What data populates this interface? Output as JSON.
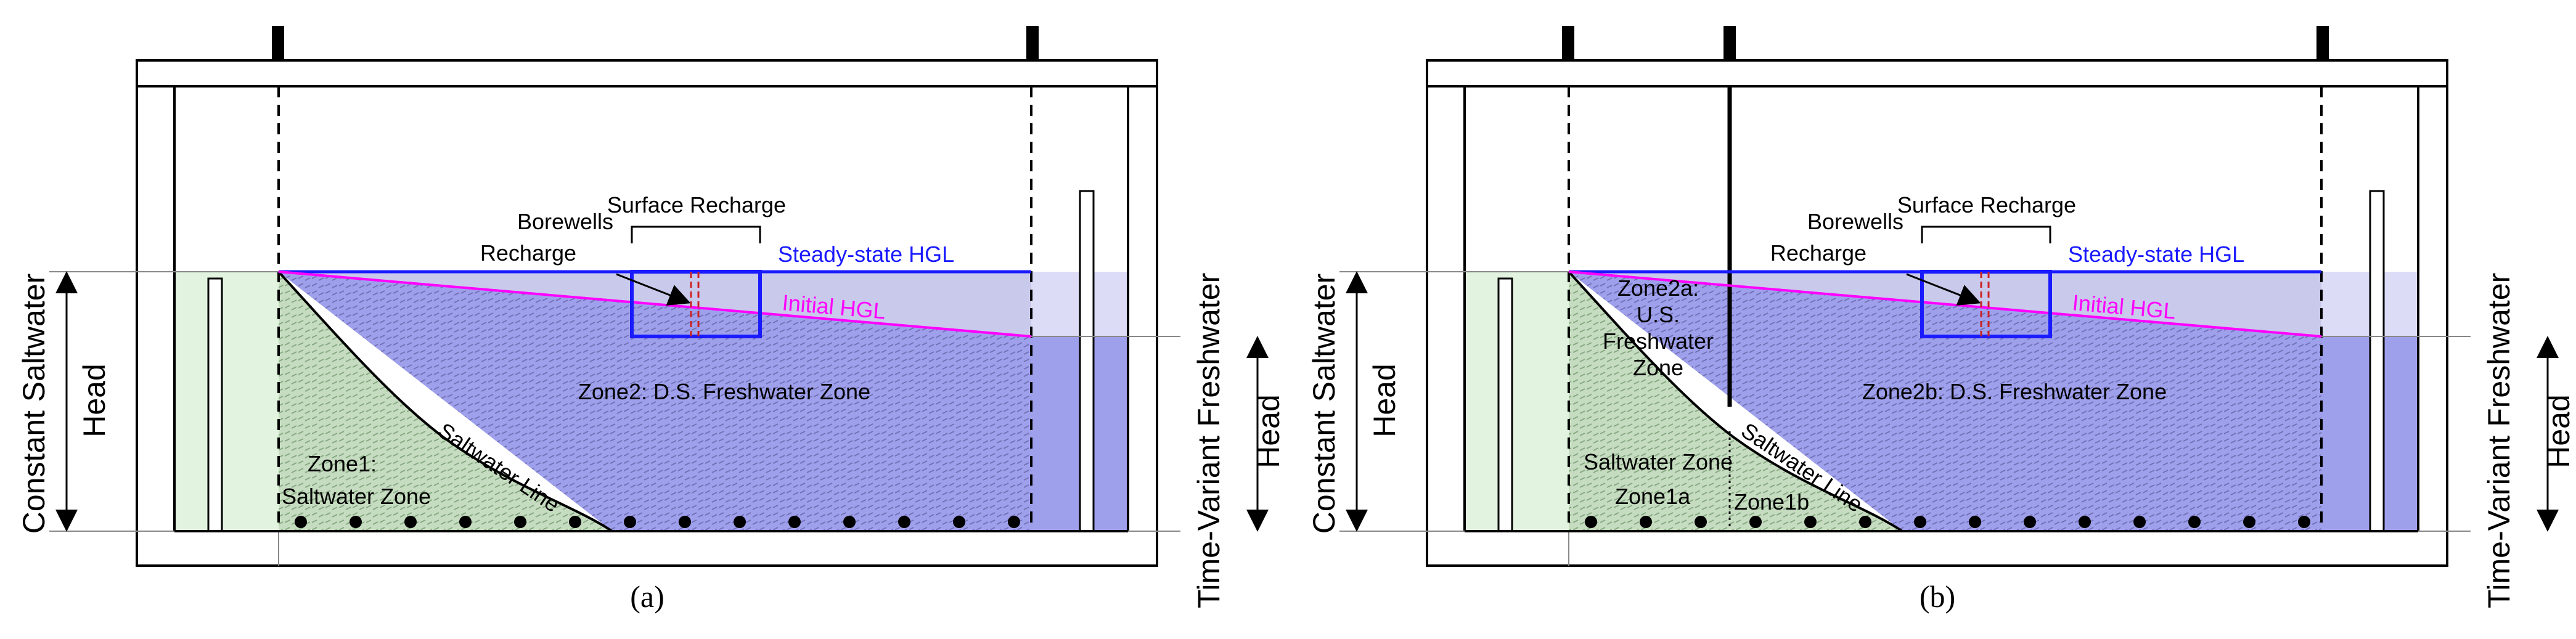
{
  "colors": {
    "saltwater_fill": "#e2f4e0",
    "freshwater_fill": "#9fa0ec",
    "freshwater_light": "#dcdcf7",
    "steady_state_hgl": "#1a1aff",
    "initial_hgl": "#ff00ff",
    "recharge_box": "#1a1aff",
    "well_dashes": "#cc2222",
    "outline": "#000000"
  },
  "panel_a": {
    "caption": "(a)",
    "left_head_label": "Constant Saltwater",
    "left_head_sub": "Head",
    "right_head_label": "Time-Variant Freshwater",
    "right_head_sub": "Head",
    "surface_recharge": "Surface Recharge",
    "borewells_1": "Borewells",
    "borewells_2": "Recharge",
    "steady_state": "Steady-state HGL",
    "initial_hgl": "Initial HGL",
    "zone2": "Zone2: D.S. Freshwater Zone",
    "zone1_1": "Zone1:",
    "zone1_2": "Saltwater Zone",
    "saltwater_line": "Saltwater Line"
  },
  "panel_b": {
    "caption": "(b)",
    "left_head_label": "Constant Saltwater",
    "left_head_sub": "Head",
    "right_head_label": "Time-Variant Freshwater",
    "right_head_sub": "Head",
    "surface_recharge": "Surface Recharge",
    "borewells_1": "Borewells",
    "borewells_2": "Recharge",
    "steady_state": "Steady-state HGL",
    "initial_hgl": "Initial HGL",
    "zone2a_1": "Zone2a:",
    "zone2a_2": "U.S.",
    "zone2a_3": "Freshwater",
    "zone2a_4": "Zone",
    "zone2b": "Zone2b: D.S. Freshwater Zone",
    "saltwater_zone": "Saltwater Zone",
    "zone1a": "Zone1a",
    "zone1b": "Zone1b",
    "saltwater_line": "Saltwater Line"
  }
}
